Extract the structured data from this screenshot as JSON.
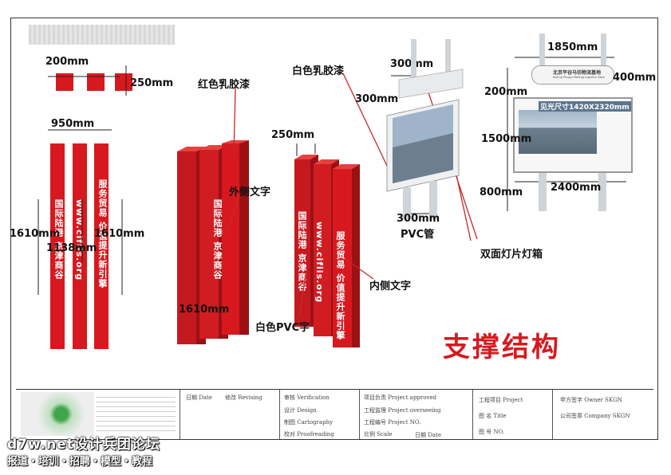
{
  "dims": {
    "d200": "200mm",
    "d250a": "250mm",
    "d950": "950mm",
    "d1610_left": "1610mm",
    "d1138": "1138mm",
    "d1610_right": "1610mm",
    "d1610_3d": "1610mm",
    "d250b": "250mm",
    "d300_top": "300mm",
    "d300_side": "300mm",
    "d300_pvc": "300mm",
    "d1850": "1850mm",
    "d400": "400mm",
    "d200b": "200mm",
    "d1500": "1500mm",
    "d800": "800mm",
    "d2400": "2400mm"
  },
  "labels": {
    "red_latex": "红色乳胶漆",
    "white_latex": "白色乳胶漆",
    "outer_text": "外侧文字",
    "inner_text": "内侧文字",
    "white_pvc": "白色PVC字",
    "pvc_pipe": "PVC管",
    "lightbox": "双面灯片灯箱",
    "structure": "支撑结构",
    "visible_size": "见光尺寸1420X2320mm",
    "sign_name": "北京平谷马坊物流基地",
    "sign_en": "Beijing Pinggu Mafang Logistics Base"
  },
  "pillars": {
    "p1": "国际陆港 京津商谷",
    "p2": "www.cifiis.org",
    "p3": "服务贸易 价值提升新引擎",
    "p3d1": "国际陆港 京津商谷",
    "p3d2": "国际陆港 京津商谷",
    "p3d3": "www.cifiis.org",
    "p3d4": "服务贸易 价值提升新引擎"
  },
  "title_block": {
    "c1": "日期 Date",
    "c2": "修改 Revising",
    "c3": "审核 Verification",
    "c4": "设计 Design",
    "c5": "制图 Cartography",
    "c6": "校对 Proofreading",
    "c7": "项目负责 Project approved",
    "c8": "工程监理 Project overseeing",
    "c9": "工程编号 Project NO.",
    "c10": "比例 Scale",
    "c11": "日期 Date",
    "c12": "工程项目 Project",
    "c13": "图 名 Title",
    "c14": "图 号 NO.",
    "c15": "甲方签字 Owner SKGN",
    "c16": "公司签章 Company SKGN"
  },
  "watermark": {
    "line1": "d7w.net设计兵团论坛",
    "line2": "报道・培训・招聘・模型・教程"
  },
  "colors": {
    "red": "#d7191f",
    "arrow": "#c62828"
  }
}
